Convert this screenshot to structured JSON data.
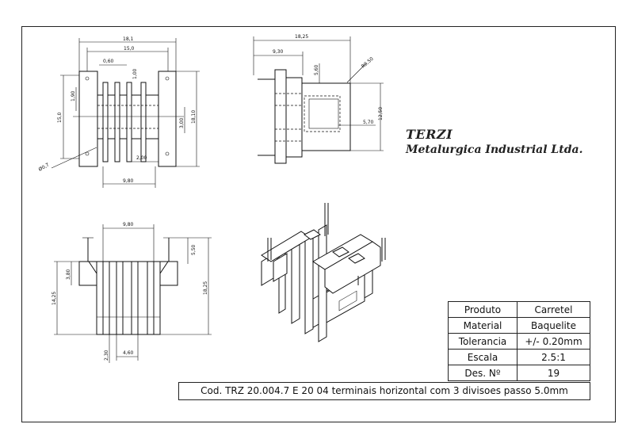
{
  "company": {
    "name": "TERZI",
    "subtitle": "Metalurgica Industrial Ltda."
  },
  "info_table": [
    {
      "label": "Produto",
      "value": "Carretel"
    },
    {
      "label": "Material",
      "value": "Baquelite"
    },
    {
      "label": "Tolerancia",
      "value": "+/- 0.20mm"
    },
    {
      "label": "Escala",
      "value": "2.5:1"
    },
    {
      "label": "Des. Nº",
      "value": "19"
    }
  ],
  "code": "Cod. TRZ 20.004.7 E 20 04 terminais horizontal com 3 divisoes passo 5.0mm",
  "dimensions": {
    "front_view": {
      "overall_width": "18,1",
      "inner_width": "15,0",
      "flange": "0,60",
      "gap": "1,00",
      "side_left": "1,90",
      "height": "15,0",
      "height_right": "18,10",
      "slot": "3,00",
      "pitch": "2,00",
      "base": "9,80",
      "pin": "Ø0,7"
    },
    "side_view": {
      "overall": "18,25",
      "depth": "9,30",
      "top": "5,60",
      "radius": "R0,50",
      "height": "12,50",
      "window": "5,70"
    },
    "bottom_view": {
      "width": "9,80",
      "pin_height": "5,50",
      "pin_block": "3,80",
      "height": "14,25",
      "height_right": "18,25",
      "foot": "2,30",
      "pitch": "4,60"
    }
  }
}
